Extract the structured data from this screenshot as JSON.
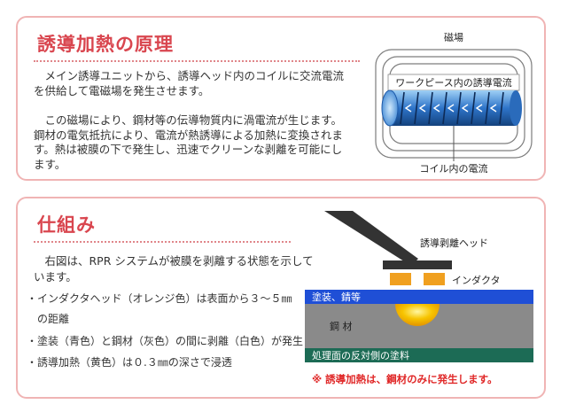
{
  "principle": {
    "title": "誘導加熱の原理",
    "para1": "メイン誘導ユニットから、誘導ヘッド内のコイルに交流電流を供給して電磁場を発生させます。",
    "para2": "この磁場により、鋼材等の伝導物質内に渦電流が生じます。鋼材の電気抵抗により、電流が熱誘導による加熱に変換されます。熱は被膜の下で発生し、迅速でクリーンな剥離を可能にします。",
    "diagram": {
      "field_label": "磁場",
      "workpiece_current_label": "ワークピース内の誘導電流",
      "coil_current_label": "コイル内の電流"
    }
  },
  "mechanism": {
    "title": "仕組み",
    "intro": "右図は、RPR システムが被膜を剥離する状態を示しています。",
    "bullets": [
      "・インダクタヘッド（オレンジ色）は表面から３～５㎜",
      "　の距離",
      "・塗装（青色）と鋼材（灰色）の間に剥離（白色）が発生",
      "・誘導加熱（黄色）は０.３㎜の深さで浸透"
    ],
    "diagram": {
      "head_label": "誘導剥離ヘッド",
      "inductor_label": "インダクタ",
      "coating_label": "塗装、錆等",
      "steel_label": "鋼 材",
      "backside_label": "処理面の反対側の塗料",
      "note": "※ 誘導加熱は、鋼材のみに発生します。"
    }
  },
  "colors": {
    "accent": "#d9464f",
    "card_border": "#f0b4b4",
    "coating_blue": "#1f4fd6",
    "steel_gray": "#8a8a8a",
    "backside_green": "#1c6b55",
    "inductor_orange": "#f0a020",
    "head_dark": "#333333",
    "coil_blue": "#2e74c9",
    "note_red": "#e02828"
  }
}
